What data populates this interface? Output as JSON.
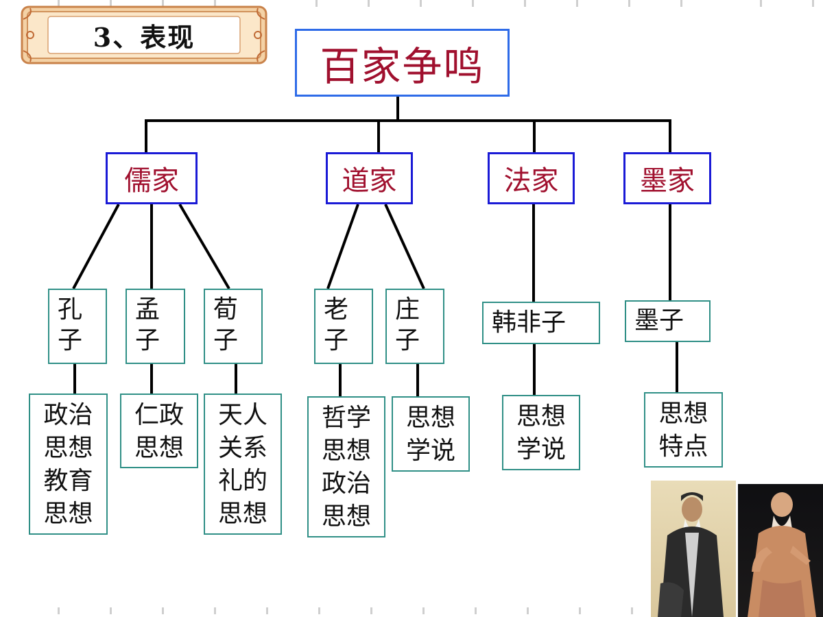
{
  "banner": {
    "title": "3、表现"
  },
  "root": {
    "label": "百家争鸣"
  },
  "schools": [
    {
      "label": "儒家"
    },
    {
      "label": "道家"
    },
    {
      "label": "法家"
    },
    {
      "label": "墨家"
    }
  ],
  "persons": [
    {
      "label": "孔子"
    },
    {
      "label": "孟子"
    },
    {
      "label": "荀子"
    },
    {
      "label": "老子"
    },
    {
      "label": "庄子"
    },
    {
      "label": "韩非子"
    },
    {
      "label": "墨子"
    }
  ],
  "ideas": [
    {
      "label": "政治思想教育思想"
    },
    {
      "label": "仁政思想"
    },
    {
      "label": "天人关系礼的思想"
    },
    {
      "label": "哲学思想政治思想"
    },
    {
      "label": "思想学说"
    },
    {
      "label": "思想学说"
    },
    {
      "label": "思想特点"
    }
  ],
  "colors": {
    "root_border": "#2e6be8",
    "school_border": "#1a1ad6",
    "leaf_border": "#2f8f86",
    "title_text": "#a0102e"
  }
}
